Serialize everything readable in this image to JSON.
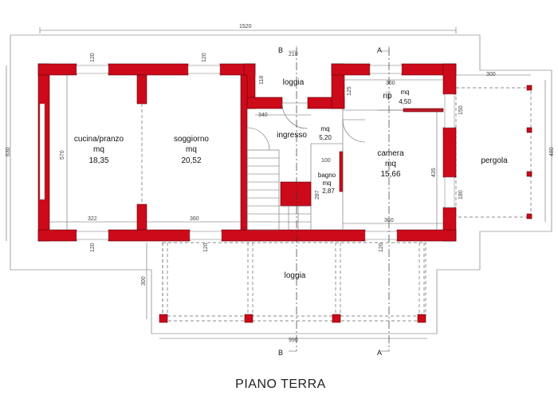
{
  "title": "PIANO TERRA",
  "rooms": {
    "cucina_name": "cucina/pranzo",
    "cucina_unit": "mq",
    "cucina_area": "18,35",
    "soggiorno_name": "soggiorno",
    "soggiorno_unit": "mq",
    "soggiorno_area": "20,52",
    "ingresso_name": "ingresso",
    "ingresso_unit": "mq",
    "ingresso_area": "5,20",
    "rip_name": "rip",
    "rip_unit": "mq",
    "rip_area": "4,50",
    "camera_name": "camera",
    "camera_unit": "mq",
    "camera_area": "15,66",
    "bagno_name": "bagno",
    "bagno_unit": "mq",
    "bagno_area": "2,87",
    "loggia_top": "loggia",
    "loggia_bottom": "loggia",
    "pergola": "pergola"
  },
  "dims": {
    "overall_width": "1520",
    "overall_height": "630",
    "right_height": "480",
    "pergola_width": "300",
    "loggia_depth": "300",
    "loggia_width": "990",
    "cucina_height": "570",
    "cucina_width": "322",
    "soggiorno_width": "360",
    "camera_width_bottom": "360",
    "camera_width_top": "360",
    "camera_height": "435",
    "ingresso_width": "340",
    "loggia_top_depth": "118",
    "rip_depth": "125",
    "bagno_width": "100",
    "bagno_height": "287",
    "loggia_top_width": "210",
    "win_120": "120",
    "win_180": "180",
    "win_150": "150"
  },
  "sections": {
    "b_top": "B",
    "a_top": "A",
    "b_bottom": "B",
    "a_bottom": "A"
  },
  "colors": {
    "wall": "#cc0a1a"
  }
}
